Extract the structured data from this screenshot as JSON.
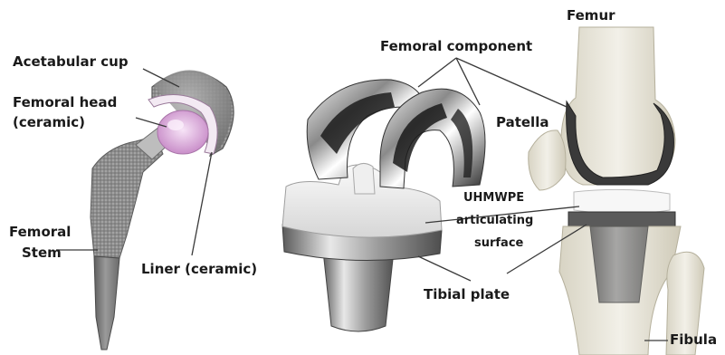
{
  "labels": {
    "acetabular_cup": "Acetabular cup",
    "femoral_head_1": "Femoral head",
    "femoral_head_2": "(ceramic)",
    "femoral_stem_1": "Femoral",
    "femoral_stem_2": "Stem",
    "liner": "Liner (ceramic)",
    "femoral_component": "Femoral component",
    "patella": "Patella",
    "uhmwpe_1": "UHMWPE",
    "uhmwpe_2": "articulating",
    "uhmwpe_3": "surface",
    "tibial_plate": "Tibial plate",
    "femur": "Femur",
    "fibula": "Fibula"
  },
  "colors": {
    "text": "#1a1a1a",
    "leader": "#3a3a3a",
    "metal_light": "#d9d9d9",
    "metal_dark": "#6b6b6b",
    "ceramic_pink": "#e6c2e6",
    "polyethylene": "#ececec",
    "bone": "#e9e6da"
  }
}
